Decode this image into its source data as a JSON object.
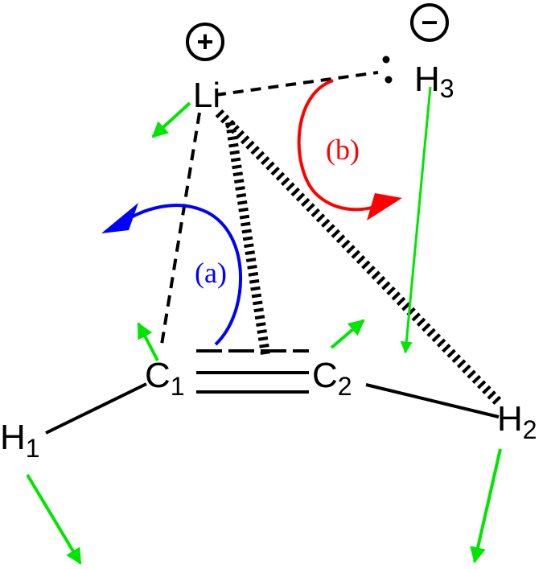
{
  "atoms": {
    "li": {
      "label": "Li"
    },
    "h3": {
      "label": "H",
      "sub": "3",
      "charge": "−"
    },
    "c1": {
      "label": "C",
      "sub": "1"
    },
    "c2": {
      "label": "C",
      "sub": "2"
    },
    "h1": {
      "label": "H",
      "sub": "1"
    },
    "h2": {
      "label": "H",
      "sub": "2"
    },
    "li_charge": "+"
  },
  "motions": {
    "a": {
      "label": "(a)",
      "color": "#0000ff"
    },
    "b": {
      "label": "(b)",
      "color": "#ff0000"
    }
  },
  "colors": {
    "bond": "#000000",
    "displacement": "#00e600"
  }
}
